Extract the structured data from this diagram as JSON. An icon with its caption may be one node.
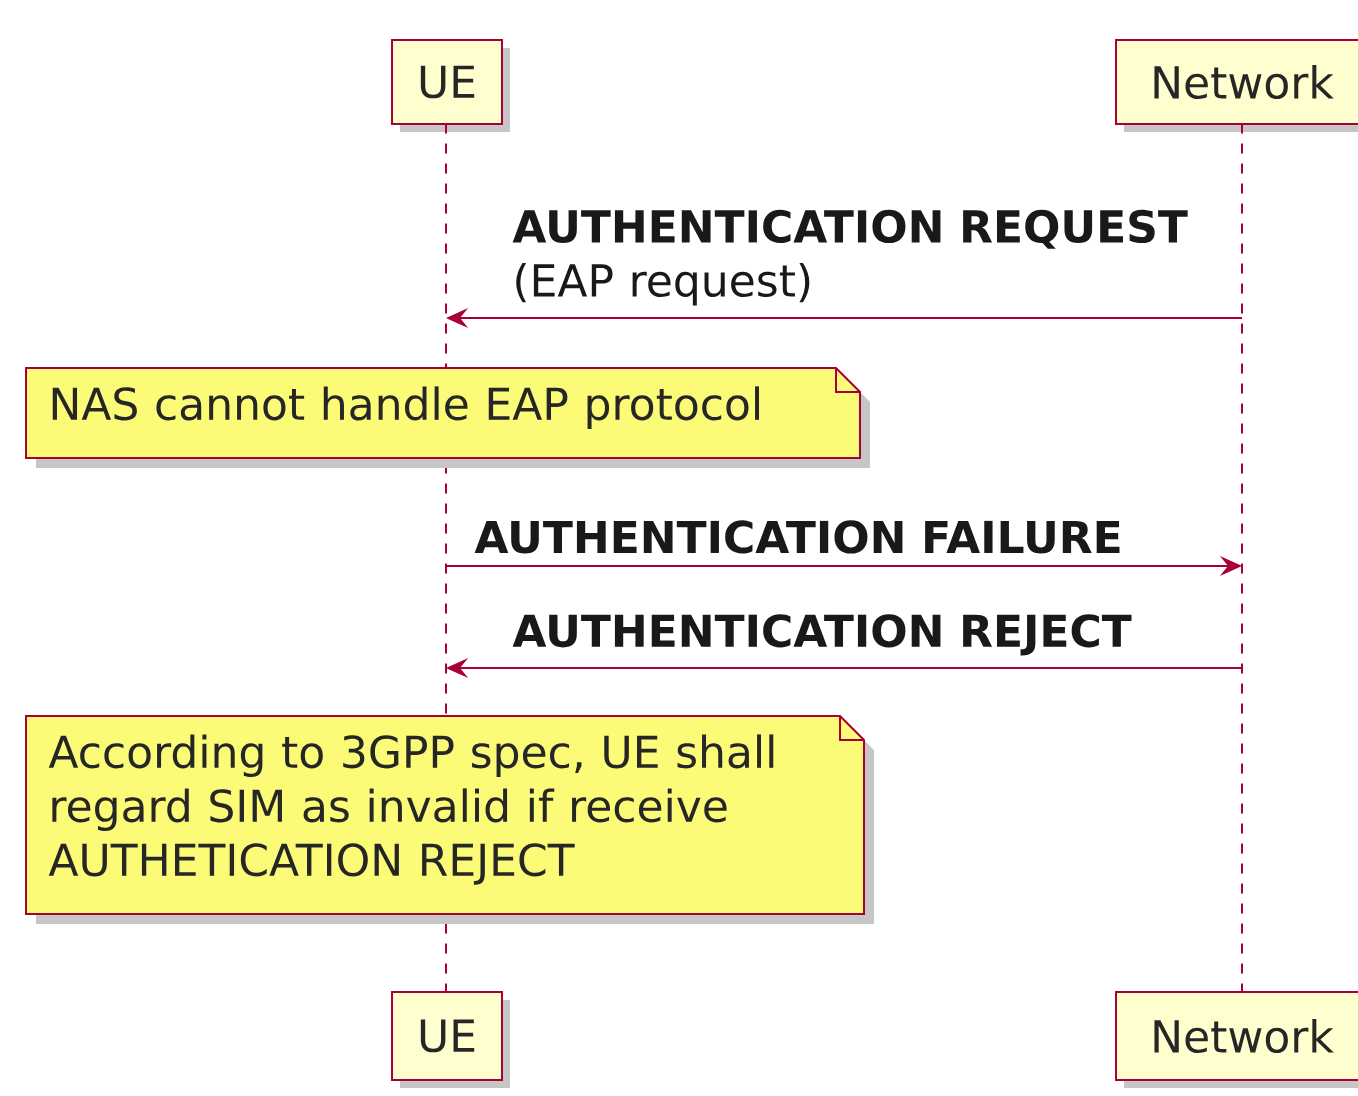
{
  "diagram": {
    "nodes": [
      {
        "text": [
          "UE"
        ]
      },
      {
        "text": [
          "Network"
        ]
      },
      {
        "text": [],
        "shape": "line"
      },
      {
        "text": [],
        "shape": "line"
      },
      {
        "text": [
          "NAS cannot handle EAP protocol"
        ]
      },
      {
        "text": [
          "According to 3GPP spec, UE shall regard SIM as invalid if receive AUTHETICATION REJECT"
        ]
      },
      {
        "text": [
          "UE"
        ]
      },
      {
        "text": [
          "Network"
        ]
      }
    ],
    "edges": [
      {
        "from": 3,
        "to": 2,
        "arrow": "to",
        "label": "**AUTHENTICATION REQUEST** (EAP request)"
      },
      {
        "from": 2,
        "to": 3,
        "arrow": "to",
        "label": "AUTHENTICATION FAILURE"
      },
      {
        "from": 3,
        "to": 2,
        "arrow": "to",
        "label": "AUTHENTICATION REJECT"
      }
    ]
  }
}
